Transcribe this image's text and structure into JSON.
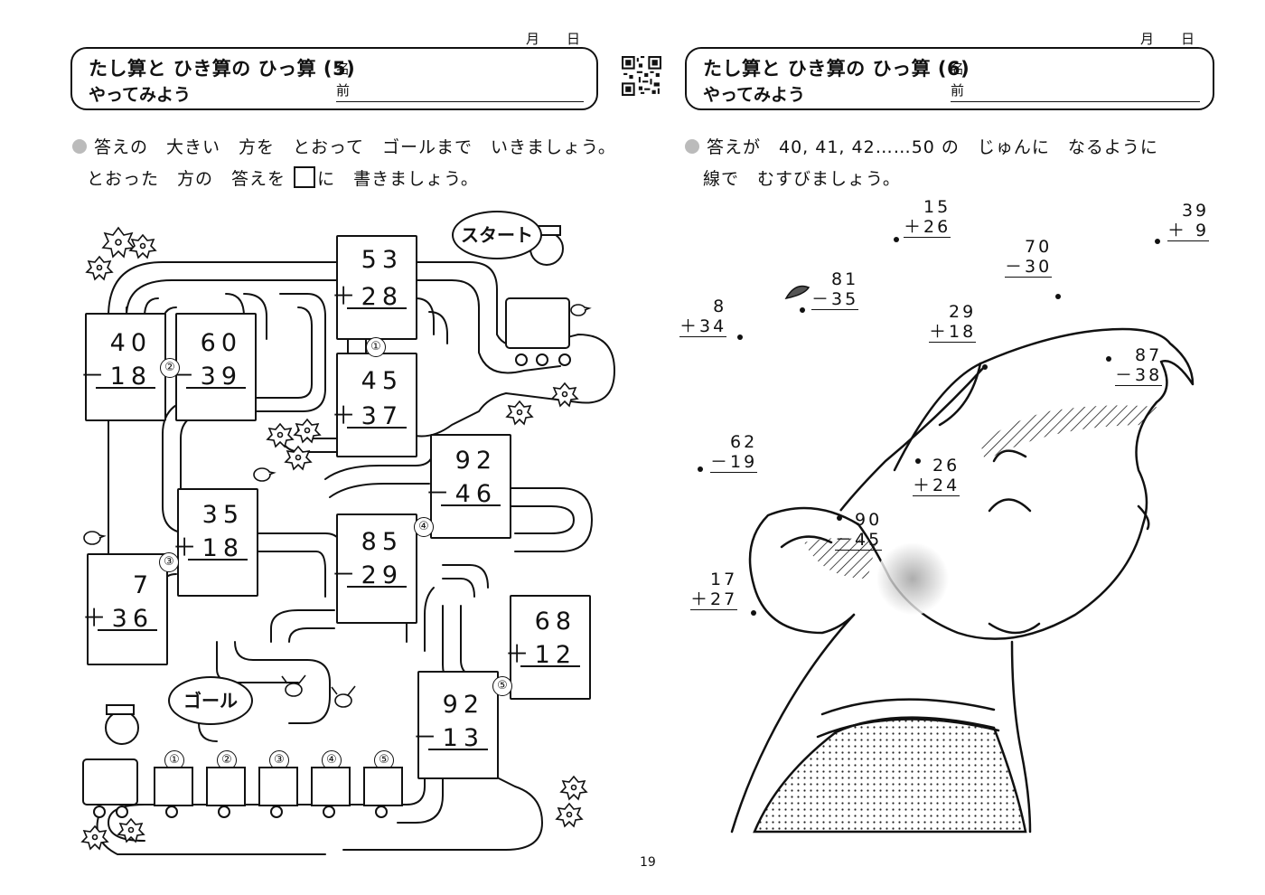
{
  "left": {
    "date": "月　　日",
    "title": "たし算と ひき算の ひっ算 (5)",
    "subtitle": "やってみよう",
    "name_label_1": "名",
    "name_label_2": "前",
    "instruction_1": "答えの　大きい　方を　とおって　ゴールまで　いきましょう。",
    "instruction_2a": "とおった　方の　答えを",
    "instruction_2b": "に　書きましょう。",
    "start_label": "スタート",
    "goal_label": "ゴール",
    "cards": [
      {
        "top": "53",
        "bottom": "＋28"
      },
      {
        "top": "45",
        "bottom": "＋37"
      },
      {
        "top": "40",
        "bottom": "－18"
      },
      {
        "top": "60",
        "bottom": "－39"
      },
      {
        "top": "92",
        "bottom": "－46"
      },
      {
        "top": "35",
        "bottom": "＋18"
      },
      {
        "top": "85",
        "bottom": "－29"
      },
      {
        "top": "7",
        "bottom": "＋36"
      },
      {
        "top": "68",
        "bottom": "＋12"
      },
      {
        "top": "92",
        "bottom": "－13"
      }
    ],
    "badges": [
      "①",
      "②",
      "③",
      "④",
      "⑤"
    ],
    "answer_labels": [
      "①",
      "②",
      "③",
      "④",
      "⑤"
    ]
  },
  "right": {
    "date": "月　　日",
    "title": "たし算と ひき算の ひっ算 (6)",
    "subtitle": "やってみよう",
    "name_label_1": "名",
    "name_label_2": "前",
    "instruction_1": "答えが　40, 41, 42……50 の　じゅんに　なるように",
    "instruction_2": "線で　むすびましょう。",
    "problems": [
      {
        "top": "15",
        "bottom": "＋26"
      },
      {
        "top": "39",
        "bottom": "＋ 9"
      },
      {
        "top": "70",
        "bottom": "－30"
      },
      {
        "top": "81",
        "bottom": "－35"
      },
      {
        "top": "8",
        "bottom": "＋34"
      },
      {
        "top": "29",
        "bottom": "＋18"
      },
      {
        "top": "87",
        "bottom": "－38"
      },
      {
        "top": "62",
        "bottom": "－19"
      },
      {
        "top": "26",
        "bottom": "＋24"
      },
      {
        "top": "90",
        "bottom": "－45"
      },
      {
        "top": "17",
        "bottom": "＋27"
      }
    ]
  },
  "page_number": "19"
}
